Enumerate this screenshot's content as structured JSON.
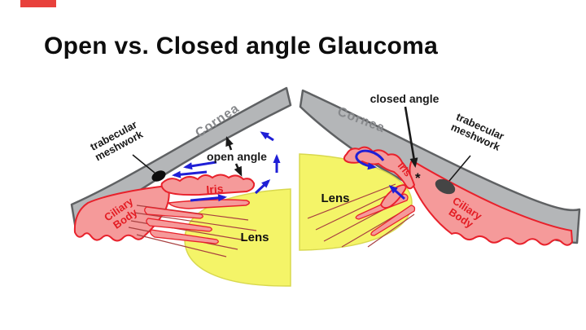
{
  "slide": {
    "title": "Open vs. Closed angle Glaucoma"
  },
  "palette": {
    "accent_bar_red": "#e8413c",
    "cornea_gray_fill": "#b4b6b8",
    "cornea_outline_gray": "#5f6163",
    "cornea_text_gray": "#87898c",
    "tissue_pink": "#f59a9a",
    "tissue_outline_red": "#e8212b",
    "lens_yellow": "#f4f468",
    "flow_arrow_blue": "#1f1fd6",
    "label_black": "#1a1a1a",
    "zonule_fiber_red": "#a84040"
  },
  "left_diagram": {
    "name": "open angle eye",
    "labels": {
      "trabecular_line1": "trabecular",
      "trabecular_line2": "meshwork",
      "cornea": "Cornea",
      "open_angle": "open angle",
      "iris": "Iris",
      "ciliary_line1": "Ciliary",
      "ciliary_line2": "Body",
      "lens": "Lens"
    }
  },
  "right_diagram": {
    "name": "closed angle eye",
    "labels": {
      "closed_angle": "closed angle",
      "trabecular_line1": "trabecular",
      "trabecular_line2": "meshwork",
      "cornea": "Cornea",
      "iris": "Iris",
      "angle_marker": "*",
      "ciliary_line1": "Ciliary",
      "ciliary_line2": "Body",
      "lens": "Lens"
    }
  }
}
